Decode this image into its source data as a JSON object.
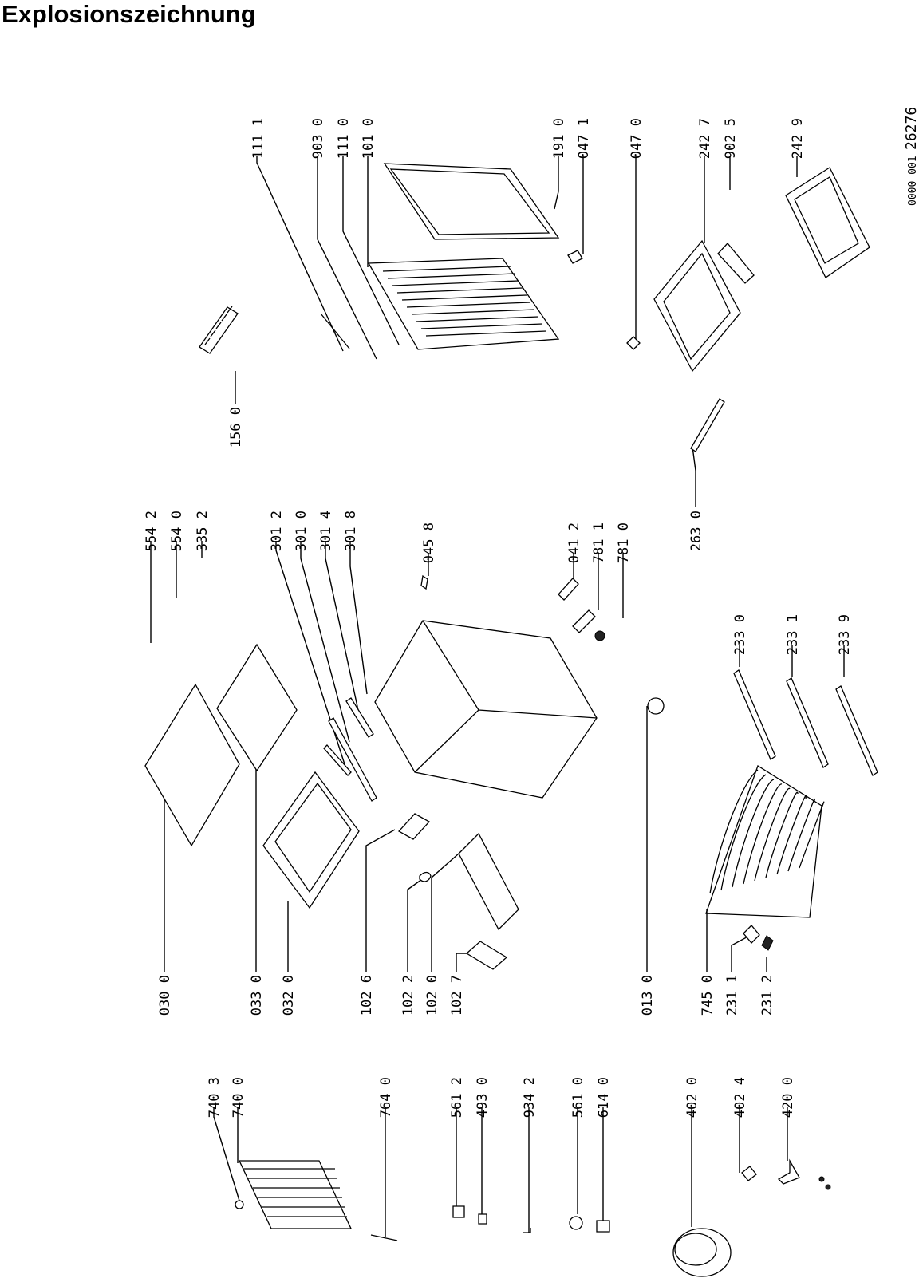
{
  "title": "Explosionszeichnung",
  "document_number": {
    "prefix": "0000 001",
    "number": "26276"
  },
  "callouts": [
    "111 1",
    "903 0",
    "111 0",
    "101 0",
    "191 0",
    "047 1",
    "047 0",
    "242 7",
    "902 5",
    "242 9",
    "156 0",
    "554 2",
    "554 0",
    "335 2",
    "301 2",
    "301 0",
    "301 4",
    "301 8",
    "045 8",
    "041 2",
    "781 1",
    "781 0",
    "263 0",
    "233 0",
    "233 1",
    "233 9",
    "030 0",
    "033 0",
    "032 0",
    "102 6",
    "102 2",
    "102 0",
    "102 7",
    "013 0",
    "745 0",
    "231 1",
    "231 2",
    "740 3",
    "740 0",
    "764 0",
    "561 2",
    "493 0",
    "934 2",
    "561 0",
    "614 0",
    "402 0",
    "402 4",
    "420 0"
  ]
}
